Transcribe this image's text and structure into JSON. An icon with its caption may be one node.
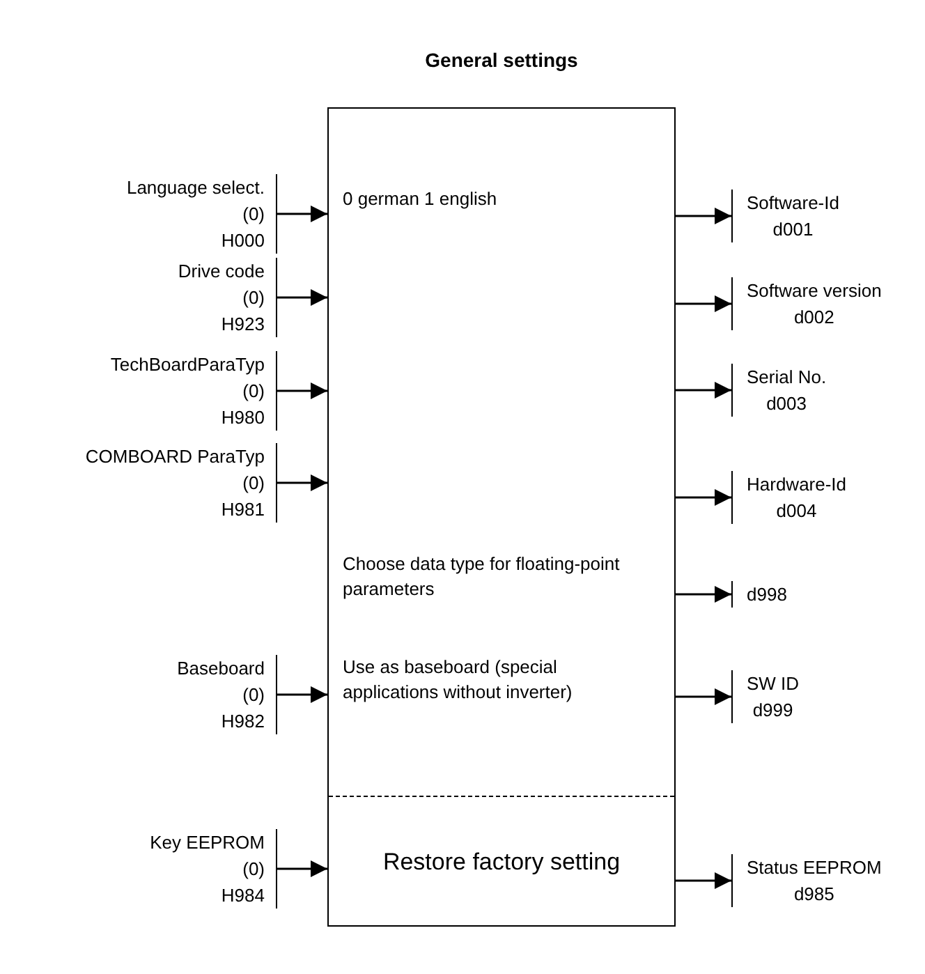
{
  "diagram": {
    "nodes": [
      {
        "text": [
          "General settings",
          "0 german 1 english",
          "Choose data type for floating-point parameters",
          "Use as baseboard (special applications without inverter)",
          "Restore factory setting"
        ]
      },
      {
        "text": [
          "Language select.",
          "(0)",
          "H000"
        ]
      },
      {
        "text": [
          "Drive code",
          "(0)",
          "H923"
        ]
      },
      {
        "text": [
          "TechBoardParaTyp",
          "(0)",
          "H980"
        ]
      },
      {
        "text": [
          "COMBOARD ParaTyp",
          "(0)",
          "H981"
        ]
      },
      {
        "text": [
          "Baseboard",
          "(0)",
          "H982"
        ]
      },
      {
        "text": [
          "Key EEPROM",
          "(0)",
          "H984"
        ]
      },
      {
        "text": [
          "Software-Id",
          "d001"
        ]
      },
      {
        "text": [
          "Software version",
          "d002"
        ]
      },
      {
        "text": [
          "Serial No.",
          "d003"
        ]
      },
      {
        "text": [
          "Hardware-Id",
          "d004"
        ]
      },
      {
        "text": [
          "d998"
        ]
      },
      {
        "text": [
          "SW ID",
          "d999"
        ]
      },
      {
        "text": [
          "Status EEPROM",
          "d985"
        ]
      }
    ],
    "edges": [
      {
        "from": 1,
        "to": 0,
        "arrow": "to"
      },
      {
        "from": 2,
        "to": 0,
        "arrow": "to"
      },
      {
        "from": 3,
        "to": 0,
        "arrow": "to"
      },
      {
        "from": 4,
        "to": 0,
        "arrow": "to"
      },
      {
        "from": 5,
        "to": 0,
        "arrow": "to"
      },
      {
        "from": 6,
        "to": 0,
        "arrow": "to"
      },
      {
        "from": 0,
        "to": 7,
        "arrow": "to"
      },
      {
        "from": 0,
        "to": 8,
        "arrow": "to"
      },
      {
        "from": 0,
        "to": 9,
        "arrow": "to"
      },
      {
        "from": 0,
        "to": 10,
        "arrow": "to"
      },
      {
        "from": 0,
        "to": 11,
        "arrow": "to"
      },
      {
        "from": 0,
        "to": 12,
        "arrow": "to"
      },
      {
        "from": 0,
        "to": 13,
        "arrow": "to"
      }
    ]
  }
}
